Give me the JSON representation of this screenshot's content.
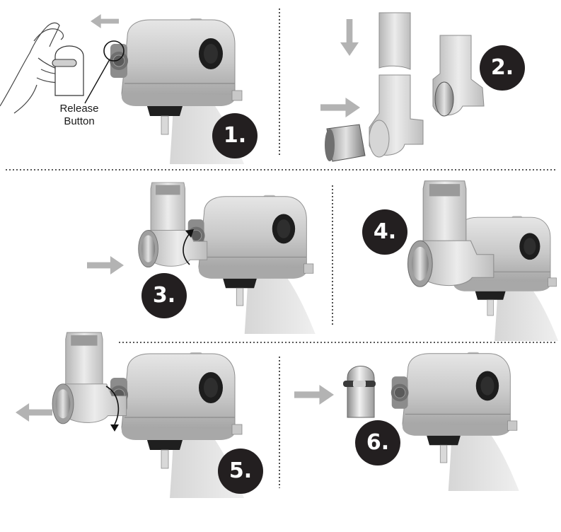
{
  "labels": {
    "release_line1": "Release",
    "release_line2": "Button"
  },
  "steps": [
    {
      "label": "1."
    },
    {
      "label": "2."
    },
    {
      "label": "3."
    },
    {
      "label": "4."
    },
    {
      "label": "5."
    },
    {
      "label": "6."
    }
  ],
  "colors": {
    "badge": "#231f20",
    "arrow": "#b3b3b3",
    "body": "#cfcfcf",
    "dial": "#1a1a1a"
  }
}
